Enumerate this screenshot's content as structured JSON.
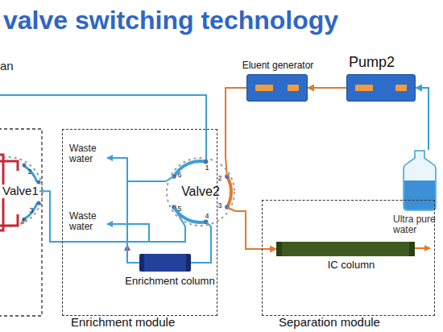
{
  "diagram": {
    "title": "valve switching technology",
    "nodes": [
      {
        "text": [
          "Valve1"
        ]
      },
      {
        "text": [
          "Enrichment module"
        ]
      },
      {
        "text": [
          "Valve2"
        ]
      },
      {
        "text": [
          "Enrichment column"
        ],
        "in": 1
      },
      {
        "text": [
          "Eluent generator"
        ]
      },
      {
        "text": [
          "Pump2"
        ]
      },
      {
        "text": [
          "Ultra pure water"
        ]
      },
      {
        "text": [
          "Separation module"
        ]
      },
      {
        "text": [
          "IC column"
        ],
        "in": 7
      }
    ],
    "edges": [
      {
        "from": 0,
        "to": 2,
        "arrow": "none"
      },
      {
        "from": 2,
        "to": 3,
        "arrow": "none"
      },
      {
        "from": 3,
        "to": 2,
        "arrow": "none"
      },
      {
        "from": 5,
        "to": 4,
        "arrow": "to"
      },
      {
        "from": 6,
        "to": 5,
        "arrow": "to"
      },
      {
        "from": 4,
        "to": 2,
        "arrow": "none"
      },
      {
        "from": 2,
        "to": 8,
        "arrow": "to"
      }
    ],
    "labels": [
      "an",
      "Waste water",
      "Waste water",
      "1",
      "2",
      "3",
      "4",
      "5",
      "6",
      "2",
      "3",
      "4"
    ]
  }
}
